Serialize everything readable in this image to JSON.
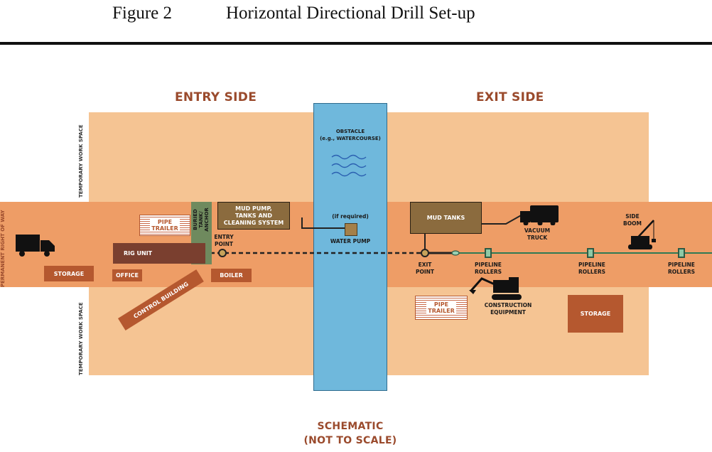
{
  "header": {
    "figure_number": "Figure 2",
    "title": "Horizontal Directional Drill Set-up"
  },
  "sides": {
    "entry": "ENTRY SIDE",
    "exit": "EXIT SIDE"
  },
  "labels": {
    "temp_work_space_top": "TEMPORARY WORK SPACE",
    "temp_work_space_bottom": "TEMPORARY WORK SPACE",
    "row_margin": "PERMANENT RIGHT OF WAY",
    "obstacle_line1": "OBSTACLE",
    "obstacle_line2": "(e.g., WATERCOURSE)",
    "if_required": "(if required)",
    "water_pump": "WATER PUMP",
    "mud_pump_line1": "MUD PUMP,",
    "mud_pump_line2": "TANKS AND",
    "mud_pump_line3": "CLEANING SYSTEM",
    "pipe_trailer_entry_line1": "PIPE",
    "pipe_trailer_entry_line2": "TRAILER",
    "buried_tank_line1": "BURIED",
    "buried_tank_line2": "TANK/",
    "buried_tank_line3": "ANCHOR",
    "entry_point_line1": "ENTRY",
    "entry_point_line2": "POINT",
    "rig_unit": "RIG UNIT",
    "storage_entry": "STORAGE",
    "office": "OFFICE",
    "boiler": "BOILER",
    "control_building": "CONTROL BUILDING",
    "mud_tanks": "MUD TANKS",
    "vacuum_truck_line1": "VACUUM",
    "vacuum_truck_line2": "TRUCK",
    "side_boom_line1": "SIDE",
    "side_boom_line2": "BOOM",
    "exit_point_line1": "EXIT",
    "exit_point_line2": "POINT",
    "pipeline_rollers_line1": "PIPELINE",
    "pipeline_rollers_line2": "ROLLERS",
    "pipe_trailer_exit_line1": "PIPE",
    "pipe_trailer_exit_line2": "TRAILER",
    "construction_equipment_line1": "CONSTRUCTION",
    "construction_equipment_line2": "EQUIPMENT",
    "storage_exit": "STORAGE"
  },
  "footer": {
    "line1": "SCHEMATIC",
    "line2": "(NOT TO SCALE)"
  },
  "colors": {
    "workspace": "#f5c493",
    "right_of_way": "#ee9d66",
    "water": "#6fb8dc",
    "building": "#b5582f",
    "equipment": "#8b6b3e",
    "title": "#9a4a2c"
  }
}
